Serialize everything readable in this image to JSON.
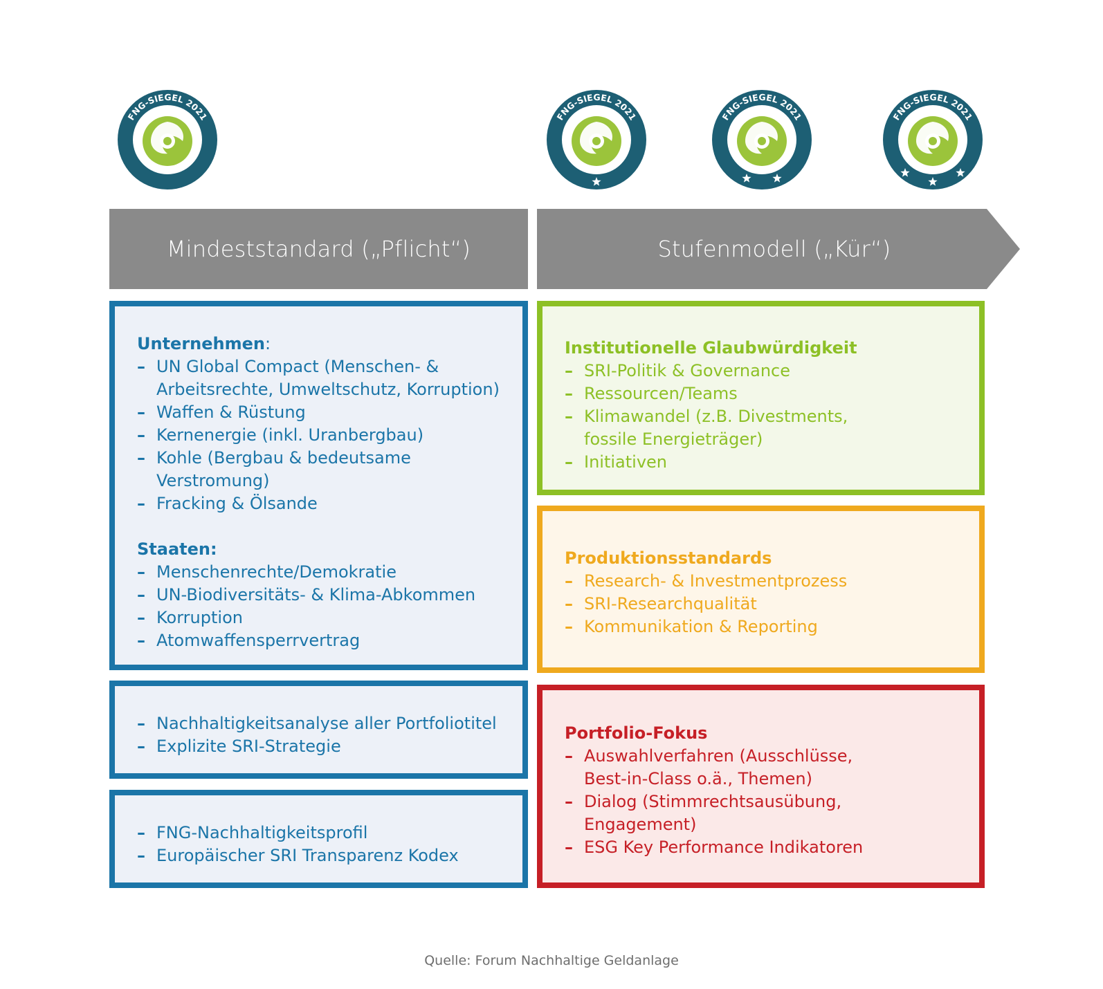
{
  "seals": [
    {
      "label": "FNG-SIEGEL 2021",
      "stars": 0
    },
    {
      "label": "FNG-SIEGEL 2021",
      "stars": 1
    },
    {
      "label": "FNG-SIEGEL 2021",
      "stars": 2
    },
    {
      "label": "FNG-SIEGEL 2021",
      "stars": 3
    }
  ],
  "banners": {
    "left": "Mindeststandard („Pflicht“)",
    "right": "Stufenmodell („Kür“)"
  },
  "left_column": {
    "box1": {
      "heading1": "Unternehmen",
      "heading1_suffix": ":",
      "items1": [
        "UN Global Compact (Menschen- & Arbeitsrechte, Umweltschutz, Korruption)",
        "Waffen & Rüstung",
        "Kernenergie (inkl. Uranbergbau)",
        "Kohle (Bergbau & bedeutsame Verstromung)",
        "Fracking & Ölsande"
      ],
      "heading2": "Staaten:",
      "items2": [
        "Menschenrechte/Demokratie",
        "UN-Biodiversitäts- & Klima-Abkommen",
        "Korruption",
        "Atomwaffensperrvertrag"
      ]
    },
    "box2": {
      "items": [
        "Nachhaltigkeitsanalyse aller Portfoliotitel",
        "Explizite SRI-Strategie"
      ]
    },
    "box3": {
      "items": [
        "FNG-Nachhaltigkeitsprofil",
        "Europäischer SRI Transparenz Kodex"
      ]
    }
  },
  "right_column": {
    "green": {
      "heading": "Institutionelle Glaubwürdigkeit",
      "items": [
        "SRI-Politik & Governance",
        "Ressourcen/Teams",
        "Klimawandel (z.B. Divestments, fossile Energieträger)",
        "Initiativen"
      ]
    },
    "orange": {
      "heading": "Produktionsstandards",
      "items": [
        "Research- & Investmentprozess",
        "SRI-Researchqualität",
        "Kommunikation & Reporting"
      ]
    },
    "red": {
      "heading": "Portfolio-Fokus",
      "items": [
        "Auswahlverfahren (Ausschlüsse, Best-in-Class o.ä., Themen)",
        "Dialog (Stimmrechtsausübung, Engagement)",
        "ESG Key Performance Indikatoren"
      ]
    }
  },
  "source": "Quelle: Forum Nachhaltige Geldanlage",
  "colors": {
    "blue": "#1b75a8",
    "green": "#8dc026",
    "orange": "#efa91e",
    "red": "#c61f26",
    "banner_gray": "#8a8a8a",
    "seal_teal": "#1d5f74",
    "seal_green": "#9bc43b"
  }
}
